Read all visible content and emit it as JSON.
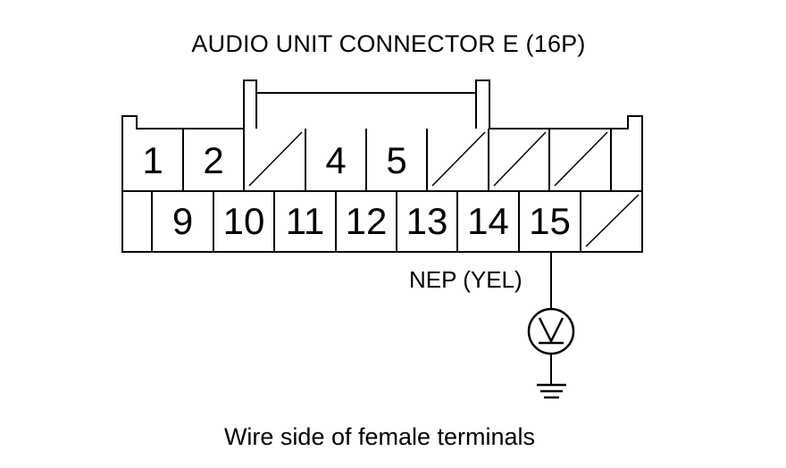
{
  "title": "AUDIO UNIT CONNECTOR E (16P)",
  "caption": "Wire side of female terminals",
  "wire_label": "NEP (YEL)",
  "meter_symbol": "voltmeter-icon",
  "ground_symbol": "ground-icon",
  "top_row": [
    "1",
    "2",
    "",
    "4",
    "5",
    "",
    "",
    "",
    ""
  ],
  "bottom_row": [
    "",
    "9",
    "10",
    "11",
    "12",
    "13",
    "14",
    "15",
    ""
  ],
  "top_row_unused": [
    false,
    false,
    true,
    false,
    false,
    true,
    true,
    true,
    false
  ],
  "bottom_row_unused": [
    false,
    false,
    false,
    false,
    false,
    false,
    false,
    false,
    true
  ],
  "probed_terminal": "15"
}
